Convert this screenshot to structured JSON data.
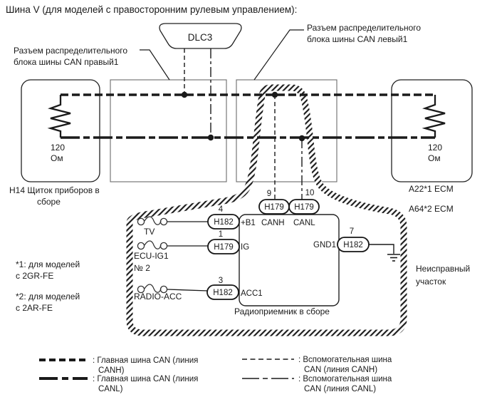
{
  "title": "Шина V (для моделей с правосторонним рулевым управлением):",
  "dlc3": {
    "label": "DLC3"
  },
  "junction_right1": {
    "line1": "Разъем распределительного",
    "line2": "блока шины CAN правый1"
  },
  "junction_left1": {
    "line1": "Разъем распределительного",
    "line2": "блока шины CAN левый1"
  },
  "h14": {
    "resistor_value": "120",
    "resistor_unit": "Ом",
    "name_line1": "H14 Щиток приборов в",
    "name_line2": "сборе"
  },
  "ecm": {
    "resistor_value": "120",
    "resistor_unit": "Ом",
    "label_1": "A22*1 ECM",
    "label_2": "A64*2 ECM"
  },
  "radio": {
    "name": "Радиоприемник в сборе",
    "pins": {
      "b1": {
        "number": "4",
        "connector": "H182",
        "label": "+B1"
      },
      "ig": {
        "number": "1",
        "connector": "H179",
        "label": "IG"
      },
      "acc1": {
        "number": "3",
        "connector": "H182",
        "label": "ACC1"
      },
      "canh": {
        "number": "9",
        "connector": "H179",
        "label": "CANH"
      },
      "canl": {
        "number": "10",
        "connector": "H179",
        "label": "CANL"
      },
      "gnd1": {
        "number": "7",
        "connector": "H182",
        "label": "GND1"
      }
    }
  },
  "fuses": {
    "tv": {
      "label": "TV"
    },
    "ecu_ig1": {
      "label_line1": "ECU-IG1",
      "label_line2": "№ 2"
    },
    "radio_acc": {
      "label": "RADIO-ACC"
    }
  },
  "notes": {
    "note1_line1": "*1: для моделей",
    "note1_line2": "с 2GR-FE",
    "note2_line1": "*2: для моделей",
    "note2_line2": "с 2AR-FE"
  },
  "fault_area": {
    "line1": "Неисправный",
    "line2": "участок"
  },
  "legend": {
    "main_canh": {
      "line1": ": Главная шина CAN (линия",
      "line2": "CANH)"
    },
    "main_canl": {
      "line1": ": Главная шина CAN (линия",
      "line2": "CANL)"
    },
    "aux_canh": {
      "line1": ": Вспомогательная шина",
      "line2": "CAN (линия CANH)"
    },
    "aux_canl": {
      "line1": ": Вспомогательная шина",
      "line2": "CAN (линия CANL)"
    }
  },
  "colors": {
    "ink": "#1a1a1a",
    "background": "#ffffff"
  }
}
